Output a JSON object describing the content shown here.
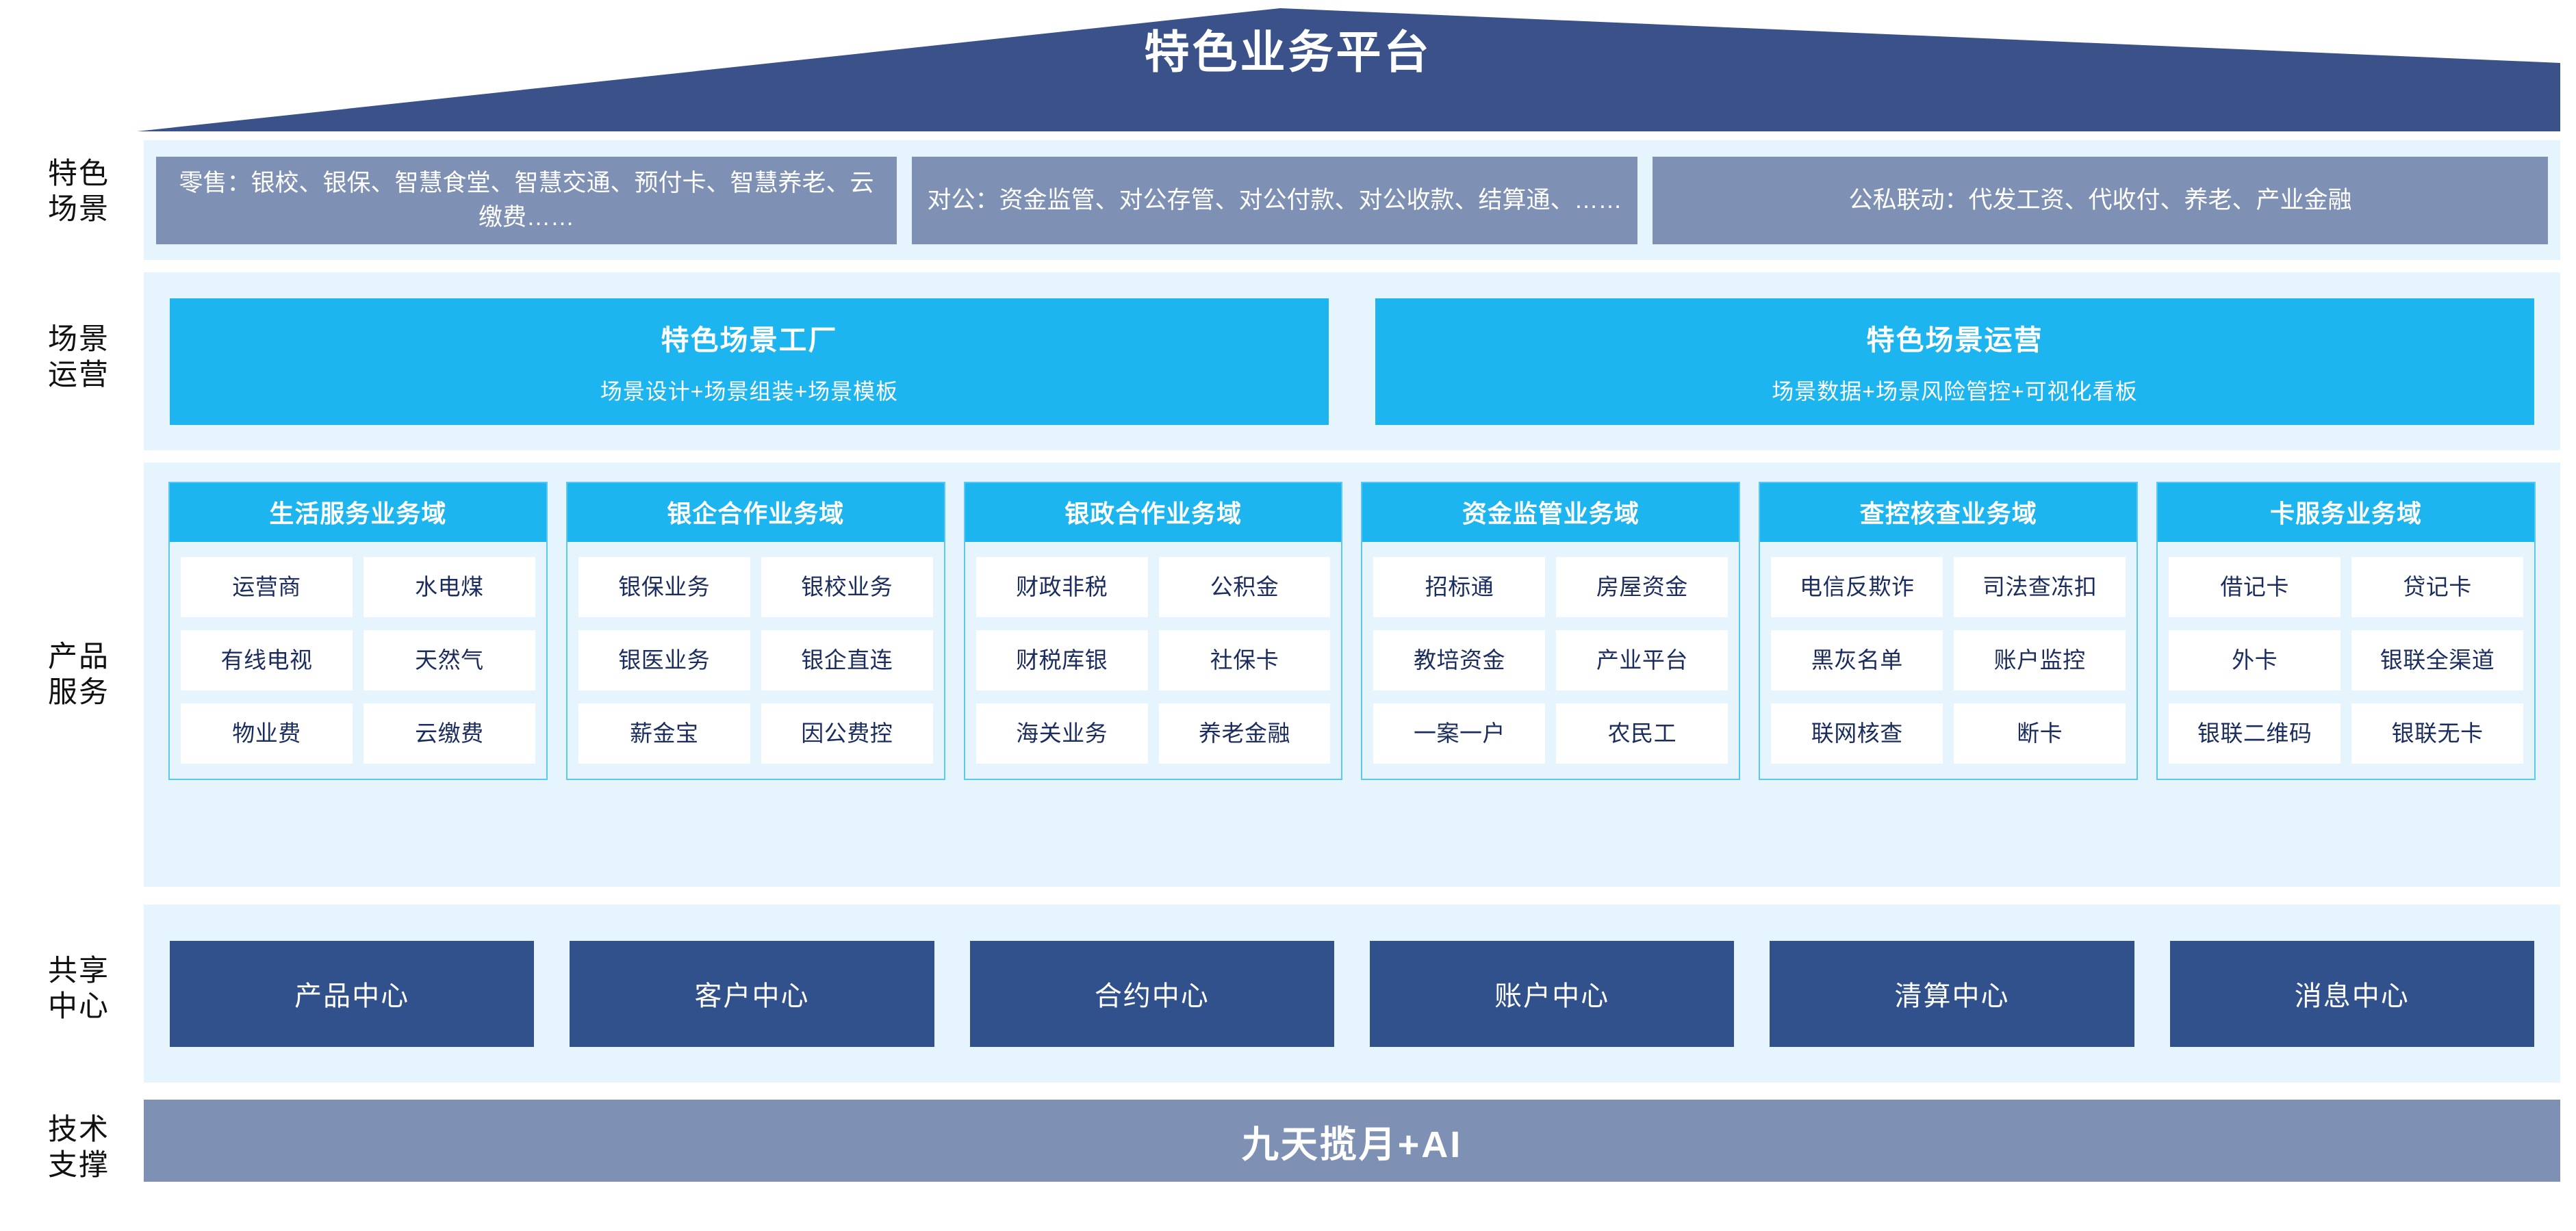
{
  "header": {
    "title": "特色业务平台",
    "banner_color": "#3a5189"
  },
  "rows": {
    "scenario": {
      "label": "特色\n场景",
      "label_line1": "特色",
      "label_line2": "场景"
    },
    "operation": {
      "label_line1": "场景",
      "label_line2": "运营"
    },
    "product": {
      "label_line1": "产品",
      "label_line2": "服务"
    },
    "shared": {
      "label_line1": "共享",
      "label_line2": "中心"
    },
    "tech": {
      "label_line1": "技术",
      "label_line2": "支撑"
    }
  },
  "scenarios": [
    {
      "text": "零售：银校、银保、智慧食堂、智慧交通、预付卡、智慧养老、云缴费……"
    },
    {
      "text": "对公：资金监管、对公存管、对公付款、对公收款、结算通、……"
    },
    {
      "text": "公私联动：代发工资、代收付、养老、产业金融"
    }
  ],
  "operations": [
    {
      "title": "特色场景工厂",
      "subtitle": "场景设计+场景组装+场景模板"
    },
    {
      "title": "特色场景运营",
      "subtitle": "场景数据+场景风险管控+可视化看板"
    }
  ],
  "domains": [
    {
      "title": "生活服务业务域",
      "items": [
        "运营商",
        "水电煤",
        "有线电视",
        "天然气",
        "物业费",
        "云缴费"
      ]
    },
    {
      "title": "银企合作业务域",
      "items": [
        "银保业务",
        "银校业务",
        "银医业务",
        "银企直连",
        "薪金宝",
        "因公费控"
      ]
    },
    {
      "title": "银政合作业务域",
      "items": [
        "财政非税",
        "公积金",
        "财税库银",
        "社保卡",
        "海关业务",
        "养老金融"
      ]
    },
    {
      "title": "资金监管业务域",
      "items": [
        "招标通",
        "房屋资金",
        "教培资金",
        "产业平台",
        "一案一户",
        "农民工"
      ]
    },
    {
      "title": "查控核查业务域",
      "items": [
        "电信\n反欺诈",
        "司法\n查冻扣",
        "黑灰名单",
        "账户监控",
        "联网核查",
        "断卡"
      ]
    },
    {
      "title": "卡服务业务域",
      "items": [
        "借记卡",
        "贷记卡",
        "外卡",
        "银联\n全渠道",
        "银联\n二维码",
        "银联无卡"
      ]
    }
  ],
  "shared_centers": [
    {
      "label": "产品中心"
    },
    {
      "label": "客户中心"
    },
    {
      "label": "合约中心"
    },
    {
      "label": "账户中心"
    },
    {
      "label": "清算中心"
    },
    {
      "label": "消息中心"
    }
  ],
  "tech_support": {
    "label": "九天揽月+AI"
  },
  "colors": {
    "navy": "#3a5189",
    "slate": "#7e90b4",
    "cyan": "#1cb5ef",
    "cyan_border": "#5bc8f2",
    "panel_bg": "#e6f5fd",
    "deep_blue": "#31518c",
    "cell_text": "#1b2d5e"
  }
}
